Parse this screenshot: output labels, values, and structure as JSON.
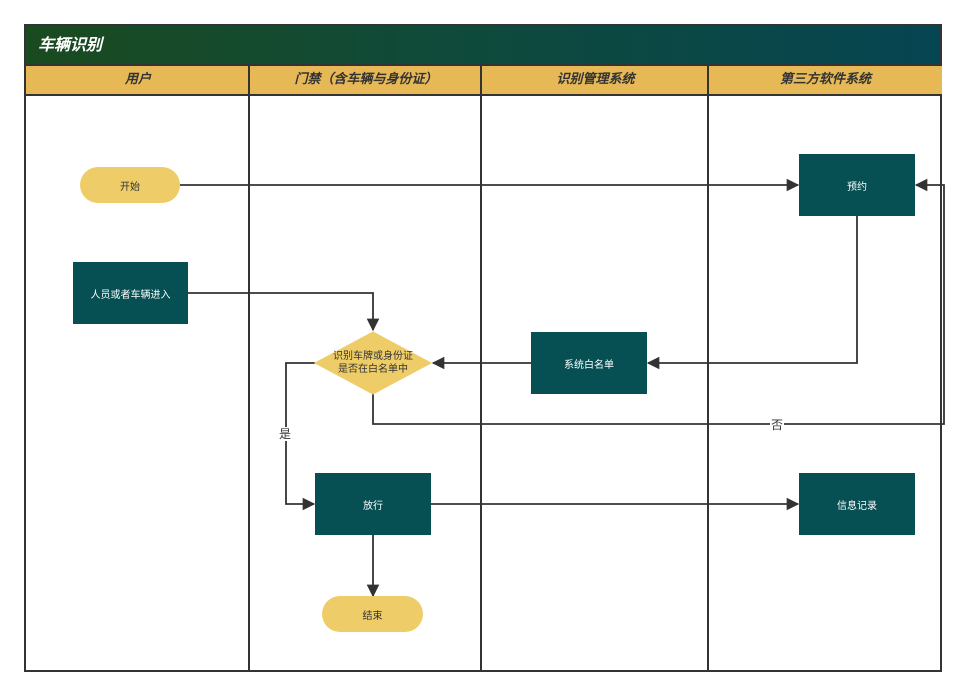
{
  "title": "车辆识别",
  "lanes": [
    {
      "label": "用户"
    },
    {
      "label": "门禁（含车辆与身份证）"
    },
    {
      "label": "识别管理系统"
    },
    {
      "label": "第三方软件系统"
    }
  ],
  "nodes": {
    "start": "开始",
    "enter": "人员或者车辆进入",
    "decision_line1": "识别车牌或身份证",
    "decision_line2": "是否在白名单中",
    "release": "放行",
    "end": "结束",
    "whitelist": "系统白名单",
    "reserve": "预约",
    "info_record": "信息记录"
  },
  "edge_labels": {
    "yes": "是",
    "no": "否"
  },
  "colors": {
    "process": "#064f53",
    "terminal": "#eecd68",
    "header": "#e6b956",
    "line": "#333333"
  }
}
